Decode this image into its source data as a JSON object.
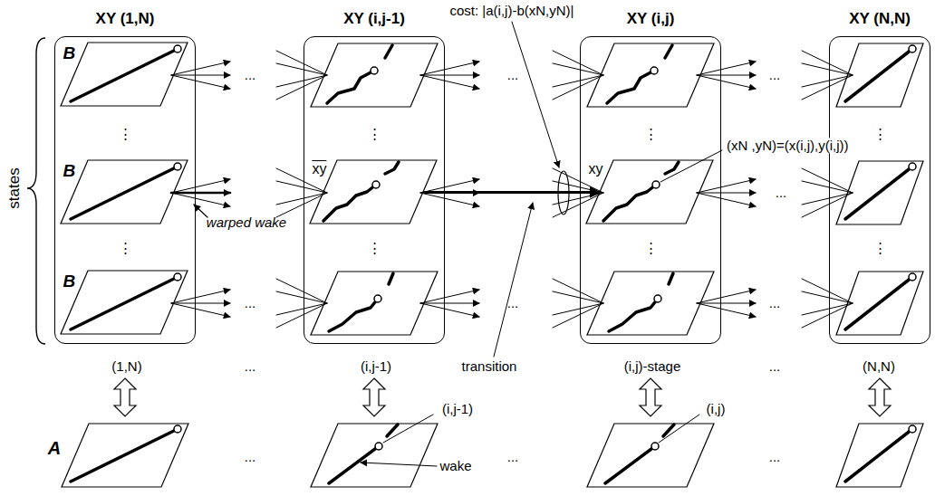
{
  "diagram": {
    "nodes": [
      {
        "text": [
          "XY (1,N)"
        ]
      },
      {
        "text": [
          "B"
        ],
        "in": 0
      },
      {
        "text": [
          "B"
        ],
        "in": 0
      },
      {
        "text": [
          "B"
        ],
        "in": 0
      },
      {
        "text": [
          "XY (i,j-1)"
        ]
      },
      {
        "text": [
          "xy"
        ],
        "in": 4
      },
      {
        "text": [
          "XY (i,j)"
        ]
      },
      {
        "text": [
          "xy"
        ],
        "in": 6
      },
      {
        "text": [
          "XY (N,N)"
        ]
      }
    ],
    "edges": [
      {
        "from": 5,
        "to": 7,
        "arrow": "to"
      }
    ],
    "labels": [
      "cost: |a(i,j)-b(xN,yN)|",
      "states",
      "warped wake",
      "(xN ,yN)=(x(i,j),y(i,j))",
      "transition",
      "(1,N)",
      "...",
      "(i,j-1)",
      "(i,j)-stage",
      "...",
      "(N,N)",
      "A",
      "(i,j-1)",
      "(i,j)",
      "wake",
      "...",
      "...",
      "...",
      "...",
      "...",
      "...",
      "...",
      "...",
      "...",
      "...",
      "⋮",
      "⋮",
      "⋮",
      "⋮",
      "⋮",
      "⋮",
      "⋮",
      "⋮"
    ]
  }
}
